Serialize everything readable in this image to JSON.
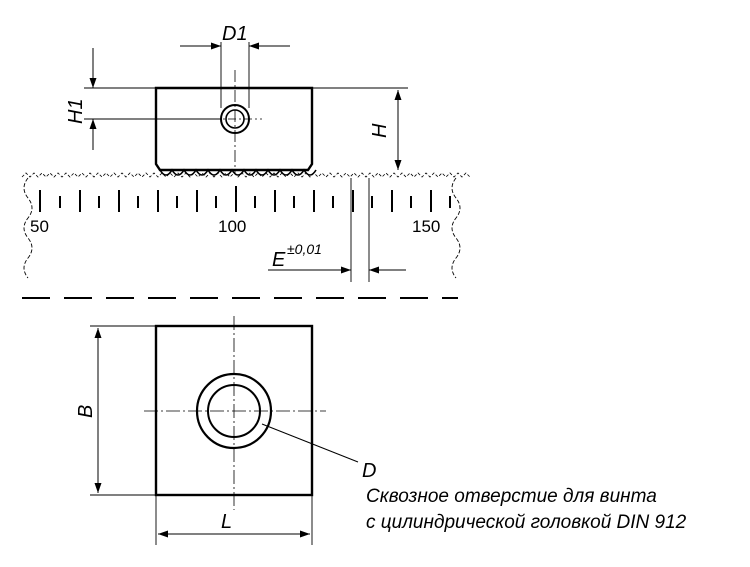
{
  "labels": {
    "d1": "D1",
    "h1": "H1",
    "h": "H",
    "e_main": "E",
    "e_tol": "±0,01",
    "b": "B",
    "l": "L",
    "d": "D"
  },
  "scale_marks": [
    "50",
    "100",
    "150"
  ],
  "note": {
    "line1": "Сквозное отверстие для винта",
    "line2": "с цилиндрической головкой DIN 912"
  }
}
